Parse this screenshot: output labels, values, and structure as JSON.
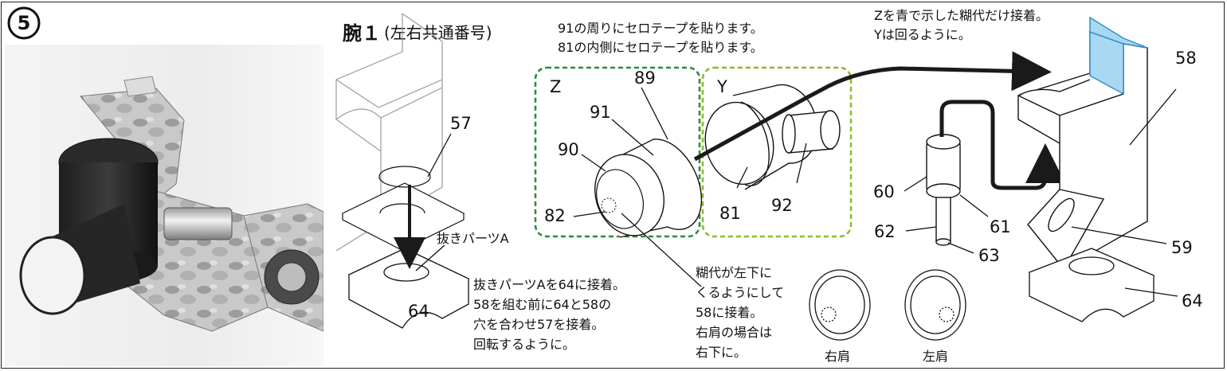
{
  "step_number": "5",
  "title": {
    "main": "腕１",
    "sub": "(左右共通番号)"
  },
  "notes": {
    "tape_line1": "91の周りにセロテープを貼ります。",
    "tape_line2": "81の内側にセロテープを貼ります。",
    "glue_line1": "Zを青で示した糊代だけ接着。",
    "glue_line2": "Yは回るように。",
    "part_a": "抜きパーツA",
    "bottom_left": [
      "抜きパーツAを64に接着。",
      "58を組む前に64と58の",
      "穴を合わせ57を接着。",
      "回転するように。"
    ],
    "bottom_mid": [
      "糊代が左下に",
      "くるようにして",
      "58に接着。",
      "右肩の場合は",
      "右下に。"
    ]
  },
  "group_labels": {
    "z": "Z",
    "y": "Y"
  },
  "part_labels": {
    "p57": "57",
    "p64a": "64",
    "p89": "89",
    "p91": "91",
    "p90": "90",
    "p82": "82",
    "p81": "81",
    "p92": "92",
    "p60": "60",
    "p61": "61",
    "p62": "62",
    "p63": "63",
    "p58": "58",
    "p59": "59",
    "p64b": "64"
  },
  "shoulder_labels": {
    "right": "右肩",
    "left": "左肩"
  },
  "colors": {
    "z_box": "#2e8b3a",
    "y_box": "#8dbb2a",
    "glue": "#a9d8f2",
    "arrow": "#1a1a1a"
  }
}
